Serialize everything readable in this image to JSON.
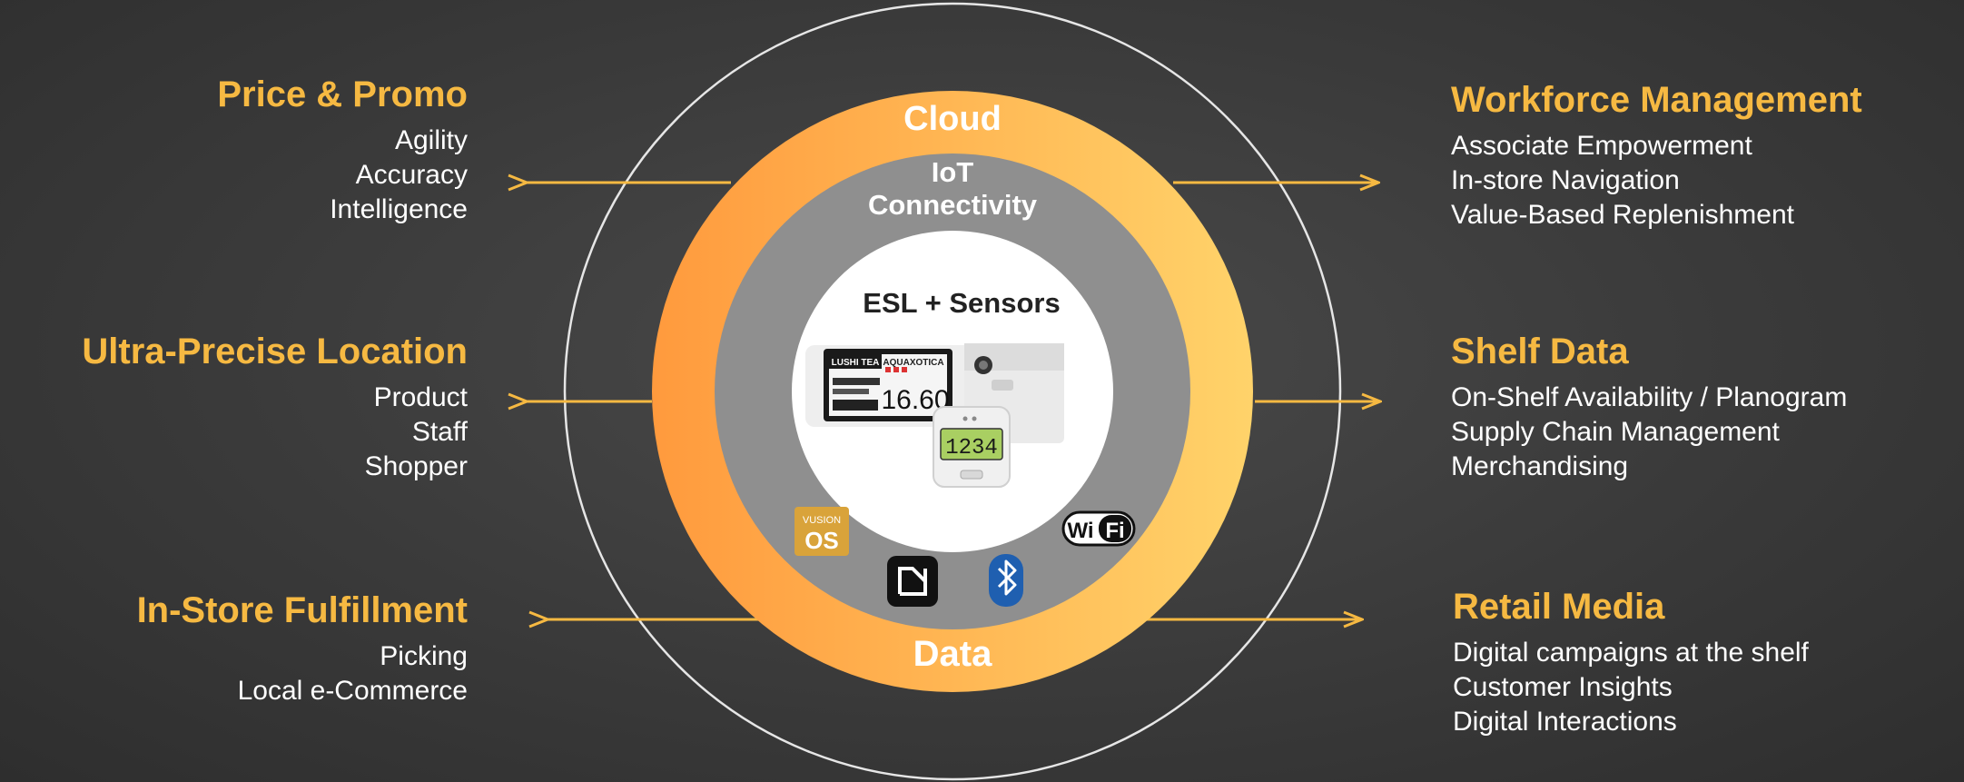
{
  "left_blocks": [
    {
      "heading": "Price & Promo",
      "items": [
        "Agility",
        "Accuracy",
        "Intelligence"
      ]
    },
    {
      "heading": "Ultra-Precise Location",
      "items": [
        "Product",
        "Staff",
        "Shopper"
      ]
    },
    {
      "heading": "In-Store Fulfillment",
      "items": [
        "Picking",
        "Local e-Commerce"
      ]
    }
  ],
  "right_blocks": [
    {
      "heading": "Workforce Management",
      "items": [
        "Associate Empowerment",
        "In-store Navigation",
        "Value-Based Replenishment"
      ]
    },
    {
      "heading": "Shelf Data",
      "items": [
        "On-Shelf Availability / Planogram",
        "Supply Chain Management",
        "Merchandising"
      ]
    },
    {
      "heading": "Retail Media",
      "items": [
        "Digital campaigns at the shelf",
        "Customer Insights",
        "Digital Interactions"
      ]
    }
  ],
  "rings": {
    "outer_label": "Cloud",
    "outer_bottom_label": "Data",
    "middle_label_line1": "IoT",
    "middle_label_line2": "Connectivity",
    "core_label": "ESL + Sensors"
  },
  "devices": {
    "esl_brand": "LUSHI TEA",
    "esl_product": "AQUAXOTICA",
    "esl_price": "16.60",
    "sensor_display": "1234"
  },
  "badges": {
    "vusion_top": "VUSION",
    "vusion_os": "OS",
    "wifi_a": "Wi",
    "wifi_b": "Fi"
  },
  "icons": [
    "nfc-icon",
    "bluetooth-icon",
    "wifi-icon",
    "vusion-os-icon"
  ],
  "colors": {
    "accent": "#f6b942",
    "orange_start": "#ff9a3d",
    "orange_end": "#ffd36a",
    "ring_gray": "#8f8f8f",
    "background": "#3a3a3a"
  }
}
